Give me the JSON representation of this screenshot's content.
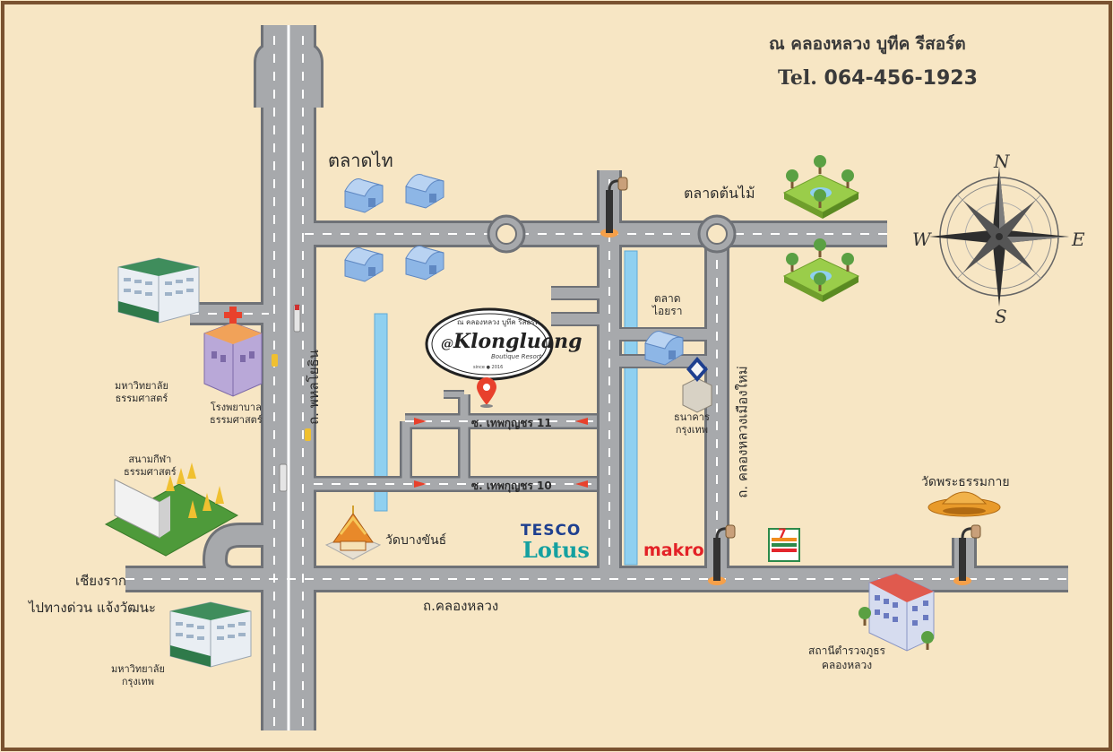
{
  "header": {
    "resort_name": "ณ คลองหลวง บูทีค รีสอร์ต",
    "tel_prefix": "Tel.",
    "tel_number": "064-456-1923"
  },
  "logo": {
    "top_text": "ณ คลองหลวง บูทีค รีสอร์ท",
    "name": "Klongluang",
    "at": "@",
    "subtitle": "Boutique Resort",
    "since": "since ● 2016"
  },
  "labels": {
    "talad_thai": "ตลาดไท",
    "talad_tonmai": "ตลาดต้นไม้",
    "talad_aira": [
      "ตลาด",
      "ไอยรา"
    ],
    "thammasat_univ": [
      "มหาวิทยาลัย",
      "ธรรมศาสตร์"
    ],
    "thammasat_hospital": [
      "โรงพยาบาล",
      "ธรรมศาสตร์"
    ],
    "thammasat_stadium": [
      "สนามกีฬา",
      "ธรรมศาสตร์"
    ],
    "bangkok_bank": [
      "ธนาคาร",
      "กรุงเทพ"
    ],
    "wat_dhammakaya": "วัดพระธรรมกาย",
    "wat_bangkhan": "วัดบางขันธ์",
    "chiang_rak": "เชียงราก",
    "to_expressway": "ไปทางด่วน แจ้งวัฒนะ",
    "bangkok_univ": [
      "มหาวิทยาลัย",
      "กรุงเทพ"
    ],
    "police_station": [
      "สถานีตำรวจภูธร",
      "คลองหลวง"
    ]
  },
  "roads": {
    "phahonyothin": "ถ. พหลโยธิน",
    "khlongluang_mai": "ถ. คลองหลวงเมืองใหม่",
    "khlongluang": "ถ.คลองหลวง",
    "soi11": "ซ. เทพกุญชร 11",
    "soi10": "ซ. เทพกุญชร 10"
  },
  "brands": {
    "tesco": "TESCO",
    "lotus": "Lotus",
    "makro": "makro",
    "seven": "7"
  },
  "compass": {
    "n": "N",
    "s": "S",
    "e": "E",
    "w": "W"
  },
  "colors": {
    "background": "#f7e6c4",
    "road": "#a7a9ac",
    "road_edge": "#6f7277",
    "canal": "#8fd0f0",
    "pin": "#e8412c",
    "building_green": "#3e8f5a"
  }
}
